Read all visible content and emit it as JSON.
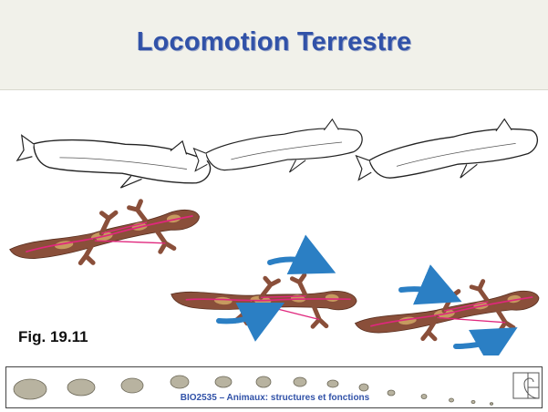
{
  "slide": {
    "title": "Locomotion Terrestre",
    "figure_label": "Fig. 19.11",
    "footer_text": "BIO2535 – Animaux: structures et fonctions"
  },
  "colors": {
    "title": "#3152a8",
    "header_bg": "#f1f1ea",
    "salamander_body": "#8a4f3a",
    "salamander_spots": "#c69a5f",
    "spine_line": "#e0277d",
    "arrow": "#2b7fc4"
  },
  "icons": {
    "footer_end": "fibonacci-spiral-icon"
  }
}
